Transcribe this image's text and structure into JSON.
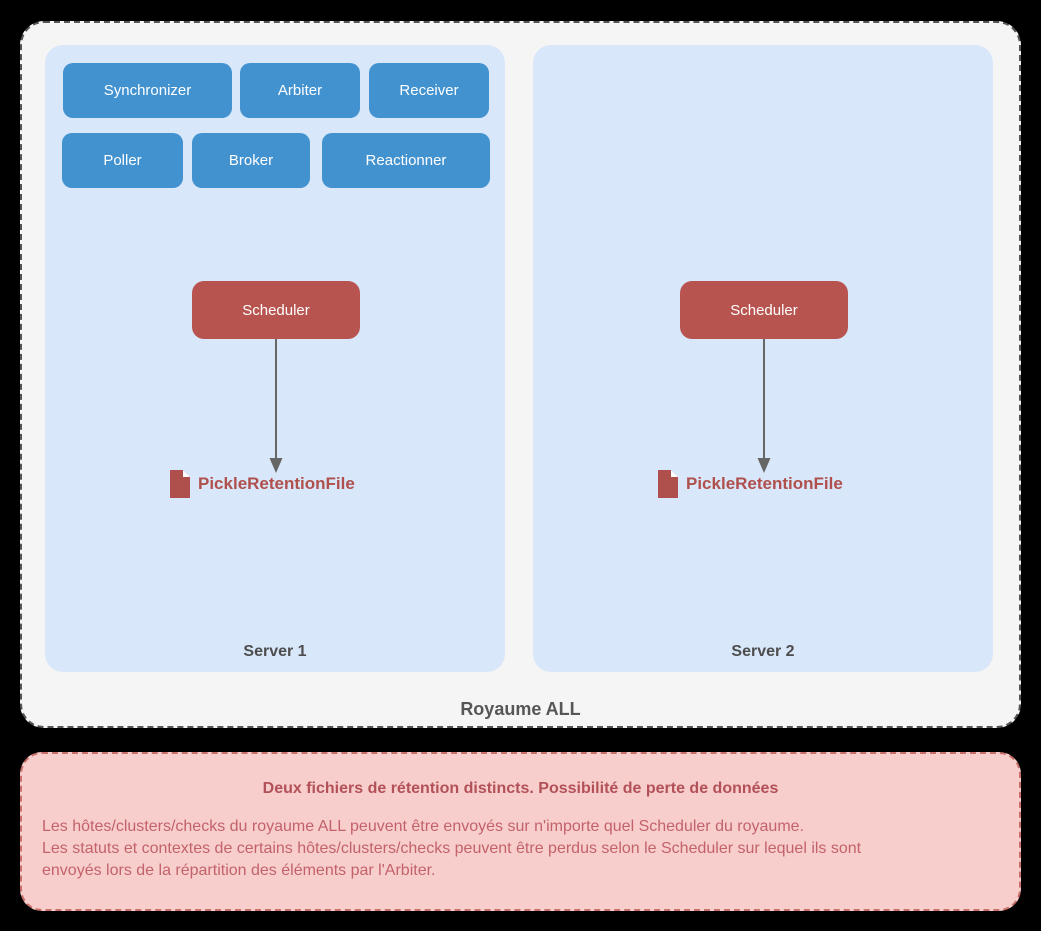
{
  "diagram": {
    "realm_label": "Royaume ALL",
    "servers": [
      {
        "label": "Server 1",
        "daemons": [
          "Synchronizer",
          "Arbiter",
          "Receiver",
          "Poller",
          "Broker",
          "Reactionner"
        ],
        "scheduler_label": "Scheduler",
        "retention_file_label": "PickleRetentionFile",
        "retention_file_icon": "file-icon"
      },
      {
        "label": "Server 2",
        "scheduler_label": "Scheduler",
        "retention_file_label": "PickleRetentionFile",
        "retention_file_icon": "file-icon"
      }
    ]
  },
  "alert": {
    "title": "Deux fichiers de rétention distincts. Possibilité de perte de données",
    "lines": [
      "Les hôtes/clusters/checks du royaume ALL peuvent être envoyés sur n'importe quel Scheduler du royaume.",
      "Les statuts et contextes de certains hôtes/clusters/checks peuvent être perdus selon le Scheduler sur lequel ils sont",
      "envoyés lors de la répartition des éléments par l'Arbiter."
    ]
  },
  "colors": {
    "background": "#000000",
    "realm_fill": "#f5f5f6",
    "realm_border": "#555555",
    "server_panel_fill": "#d9e7fa",
    "daemon_fill": "#4292d0",
    "scheduler_fill": "#b85450",
    "retention_text": "#b0504d",
    "arrow": "#666666",
    "warning_fill": "#f8cecc",
    "warning_border": "#c9706b",
    "warning_title_text": "#b25157",
    "warning_body_text": "#c2626b",
    "label_text": "#4d4d4d"
  }
}
